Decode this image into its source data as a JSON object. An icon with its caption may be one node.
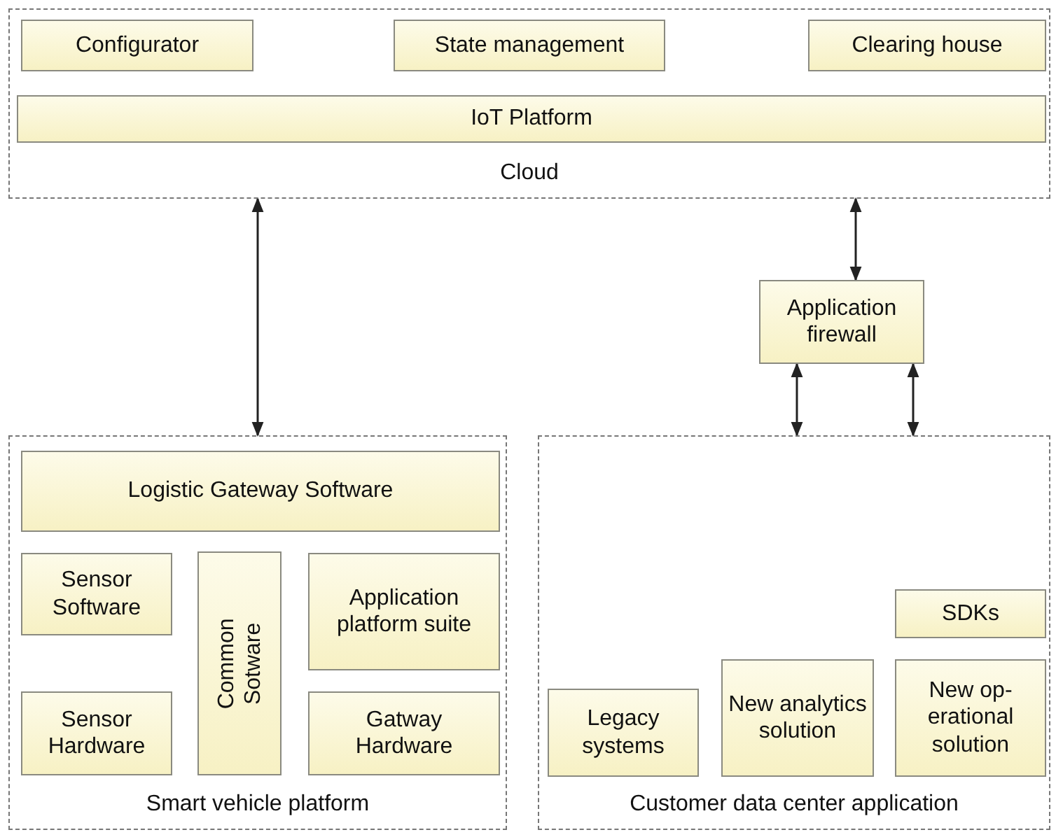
{
  "diagram": {
    "nodes": [
      {
        "text": [
          "Cloud"
        ]
      },
      {
        "text": [
          "Configurator"
        ],
        "in": 0
      },
      {
        "text": [
          "State management"
        ],
        "in": 0
      },
      {
        "text": [
          "Clearing house"
        ],
        "in": 0
      },
      {
        "text": [
          "IoT Platform"
        ],
        "in": 0
      },
      {
        "text": [
          "Application firewall"
        ]
      },
      {
        "text": [
          "Smart vehicle platform"
        ]
      },
      {
        "text": [
          "Logistic Gateway Software"
        ],
        "in": 6
      },
      {
        "text": [
          "Sensor Software"
        ],
        "in": 6
      },
      {
        "text": [
          "Common Sotware"
        ],
        "in": 6
      },
      {
        "text": [
          "Application platform suite"
        ],
        "in": 6
      },
      {
        "text": [
          "Sensor Hardware"
        ],
        "in": 6
      },
      {
        "text": [
          "Gatway Hardware"
        ],
        "in": 6
      },
      {
        "text": [
          "Customer data center application"
        ]
      },
      {
        "text": [
          "SDKs"
        ],
        "in": 13
      },
      {
        "text": [
          "Legacy systems"
        ],
        "in": 13
      },
      {
        "text": [
          "New analytics solution"
        ],
        "in": 13
      },
      {
        "text": [
          "New op- erational solution"
        ],
        "in": 13
      }
    ],
    "edges": [
      {
        "from": 0,
        "to": 6,
        "arrow": "both"
      },
      {
        "from": 0,
        "to": 5,
        "arrow": "both"
      },
      {
        "from": 5,
        "to": 13,
        "arrow": "both"
      },
      {
        "from": 5,
        "to": 13,
        "arrow": "both"
      }
    ]
  }
}
